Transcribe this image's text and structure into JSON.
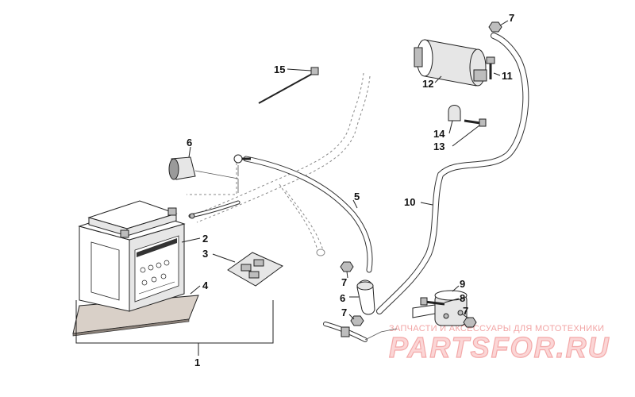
{
  "callouts": [
    {
      "id": "c1",
      "label": "1"
    },
    {
      "id": "c2",
      "label": "2"
    },
    {
      "id": "c3",
      "label": "3"
    },
    {
      "id": "c4",
      "label": "4"
    },
    {
      "id": "c5",
      "label": "5"
    },
    {
      "id": "c6a",
      "label": "6"
    },
    {
      "id": "c6b",
      "label": "6"
    },
    {
      "id": "c7a",
      "label": "7"
    },
    {
      "id": "c7b",
      "label": "7"
    },
    {
      "id": "c7c",
      "label": "7"
    },
    {
      "id": "c7d",
      "label": "7"
    },
    {
      "id": "c8",
      "label": "8"
    },
    {
      "id": "c9",
      "label": "9"
    },
    {
      "id": "c10",
      "label": "10"
    },
    {
      "id": "c11",
      "label": "11"
    },
    {
      "id": "c12",
      "label": "12"
    },
    {
      "id": "c13",
      "label": "13"
    },
    {
      "id": "c14",
      "label": "14"
    },
    {
      "id": "c15",
      "label": "15"
    }
  ],
  "watermark": {
    "tagline": "ЗАПЧАСТИ И АКСЕССУАРЫ ДЛЯ МОТОТЕХНИКИ",
    "brand": "PARTSFOR.RU"
  }
}
